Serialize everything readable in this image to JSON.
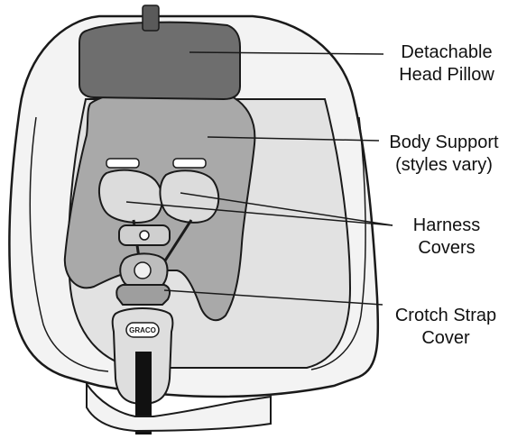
{
  "callouts": {
    "head_pillow": {
      "line1": "Detachable",
      "line2": "Head Pillow"
    },
    "body_support": {
      "line1": "Body Support",
      "line2": "(styles vary)"
    },
    "harness_covers": {
      "line1": "Harness",
      "line2": "Covers"
    },
    "crotch_strap_cover": {
      "line1": "Crotch Strap",
      "line2": "Cover"
    }
  },
  "badge": {
    "brand": "GRACO"
  },
  "colors": {
    "outline": "#1a1a1a",
    "seat_shell": "#f3f3f3",
    "seat_inner": "#e2e2e2",
    "pillow": "#6e6e6e",
    "body_support": "#a9a9a9",
    "harness_cover": "#dcdcdc",
    "strap": "#111111"
  }
}
